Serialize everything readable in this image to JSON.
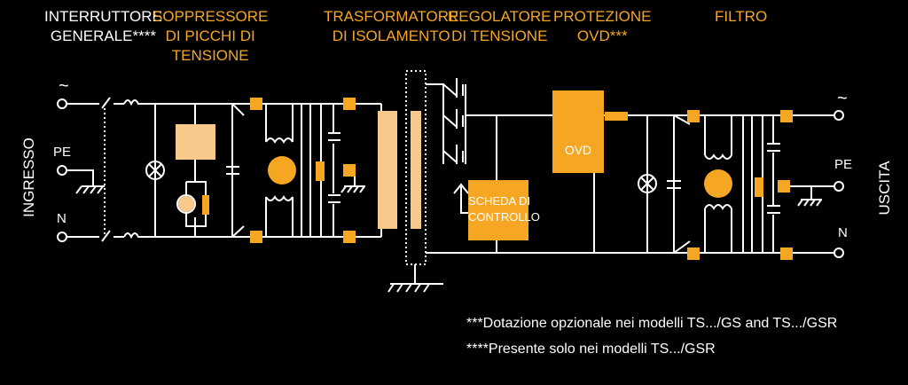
{
  "headers": {
    "main_switch": "INTERRUTTORE\nGENERALE****",
    "surge_suppressor": "SOPPRESSORE\nDI PICCHI DI\nTENSIONE",
    "isolation_transformer": "TRASFORMATORE\nDI ISOLAMENTO",
    "voltage_regulator": "REGOLATORE\nDI TENSIONE",
    "ovd_protection": "PROTEZIONE\nOVD***",
    "filter": "FILTRO"
  },
  "sides": {
    "input": "INGRESSO",
    "output": "USCITA"
  },
  "ports": {
    "in_ac": "~",
    "in_pe": "PE",
    "in_n": "N",
    "out_ac": "~",
    "out_pe": "PE",
    "out_n": "N"
  },
  "blocks": {
    "control_board": "SCHEDA DI\nCONTROLLO",
    "ovd": "OVD"
  },
  "notes": {
    "note_ovd": "***Dotazione opzionale nei modelli  TS.../GS and TS.../GSR",
    "note_switch": "****Presente solo nei modelli TS.../GSR"
  },
  "colors": {
    "accent": "#f5a623",
    "light_block": "#f7c98a",
    "line": "#ffffff",
    "background": "#000000"
  }
}
